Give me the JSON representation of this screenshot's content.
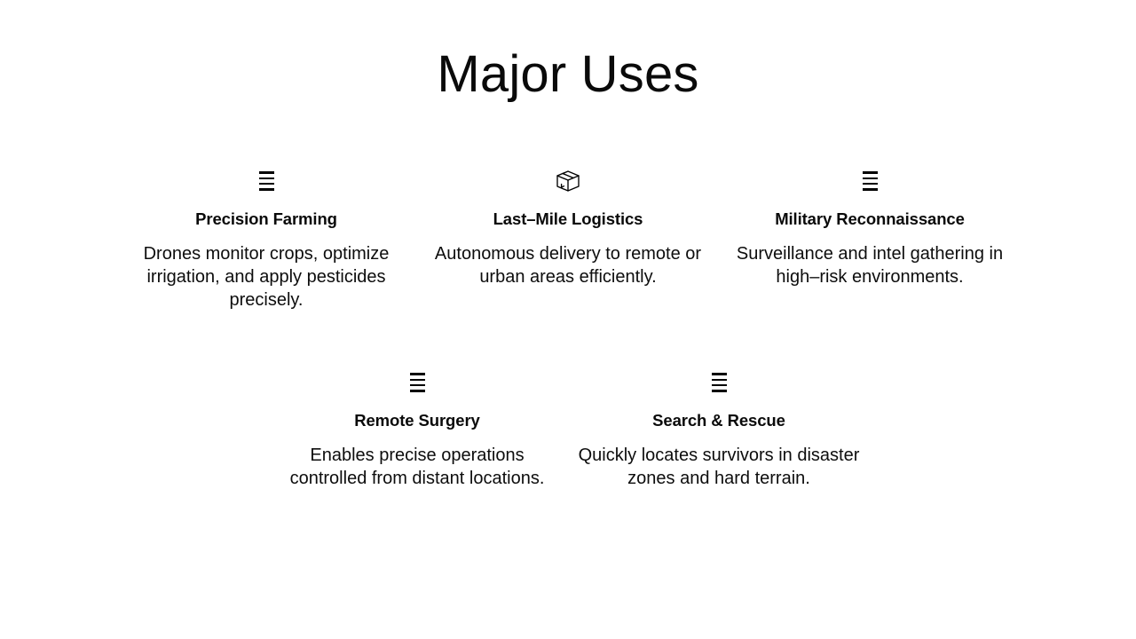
{
  "slide": {
    "title": "Major Uses",
    "background_color": "#ffffff",
    "text_color": "#0d0d0d"
  },
  "cards": [
    {
      "icon": "list-bars-icon",
      "heading": "Precision Farming",
      "body": "Drones monitor crops, optimize irrigation, and apply pesticides precisely."
    },
    {
      "icon": "package-box-icon",
      "heading": "Last–Mile Logistics",
      "body": "Autonomous delivery to remote or urban areas efficiently."
    },
    {
      "icon": "list-bars-icon",
      "heading": "Military Reconnaissance",
      "body": "Surveillance and intel gathering in high–risk environments."
    },
    {
      "icon": "list-bars-icon",
      "heading": "Remote Surgery",
      "body": "Enables precise operations controlled from distant locations."
    },
    {
      "icon": "list-bars-icon",
      "heading": "Search & Rescue",
      "body": "Quickly locates survivors in disaster zones and hard terrain."
    }
  ]
}
